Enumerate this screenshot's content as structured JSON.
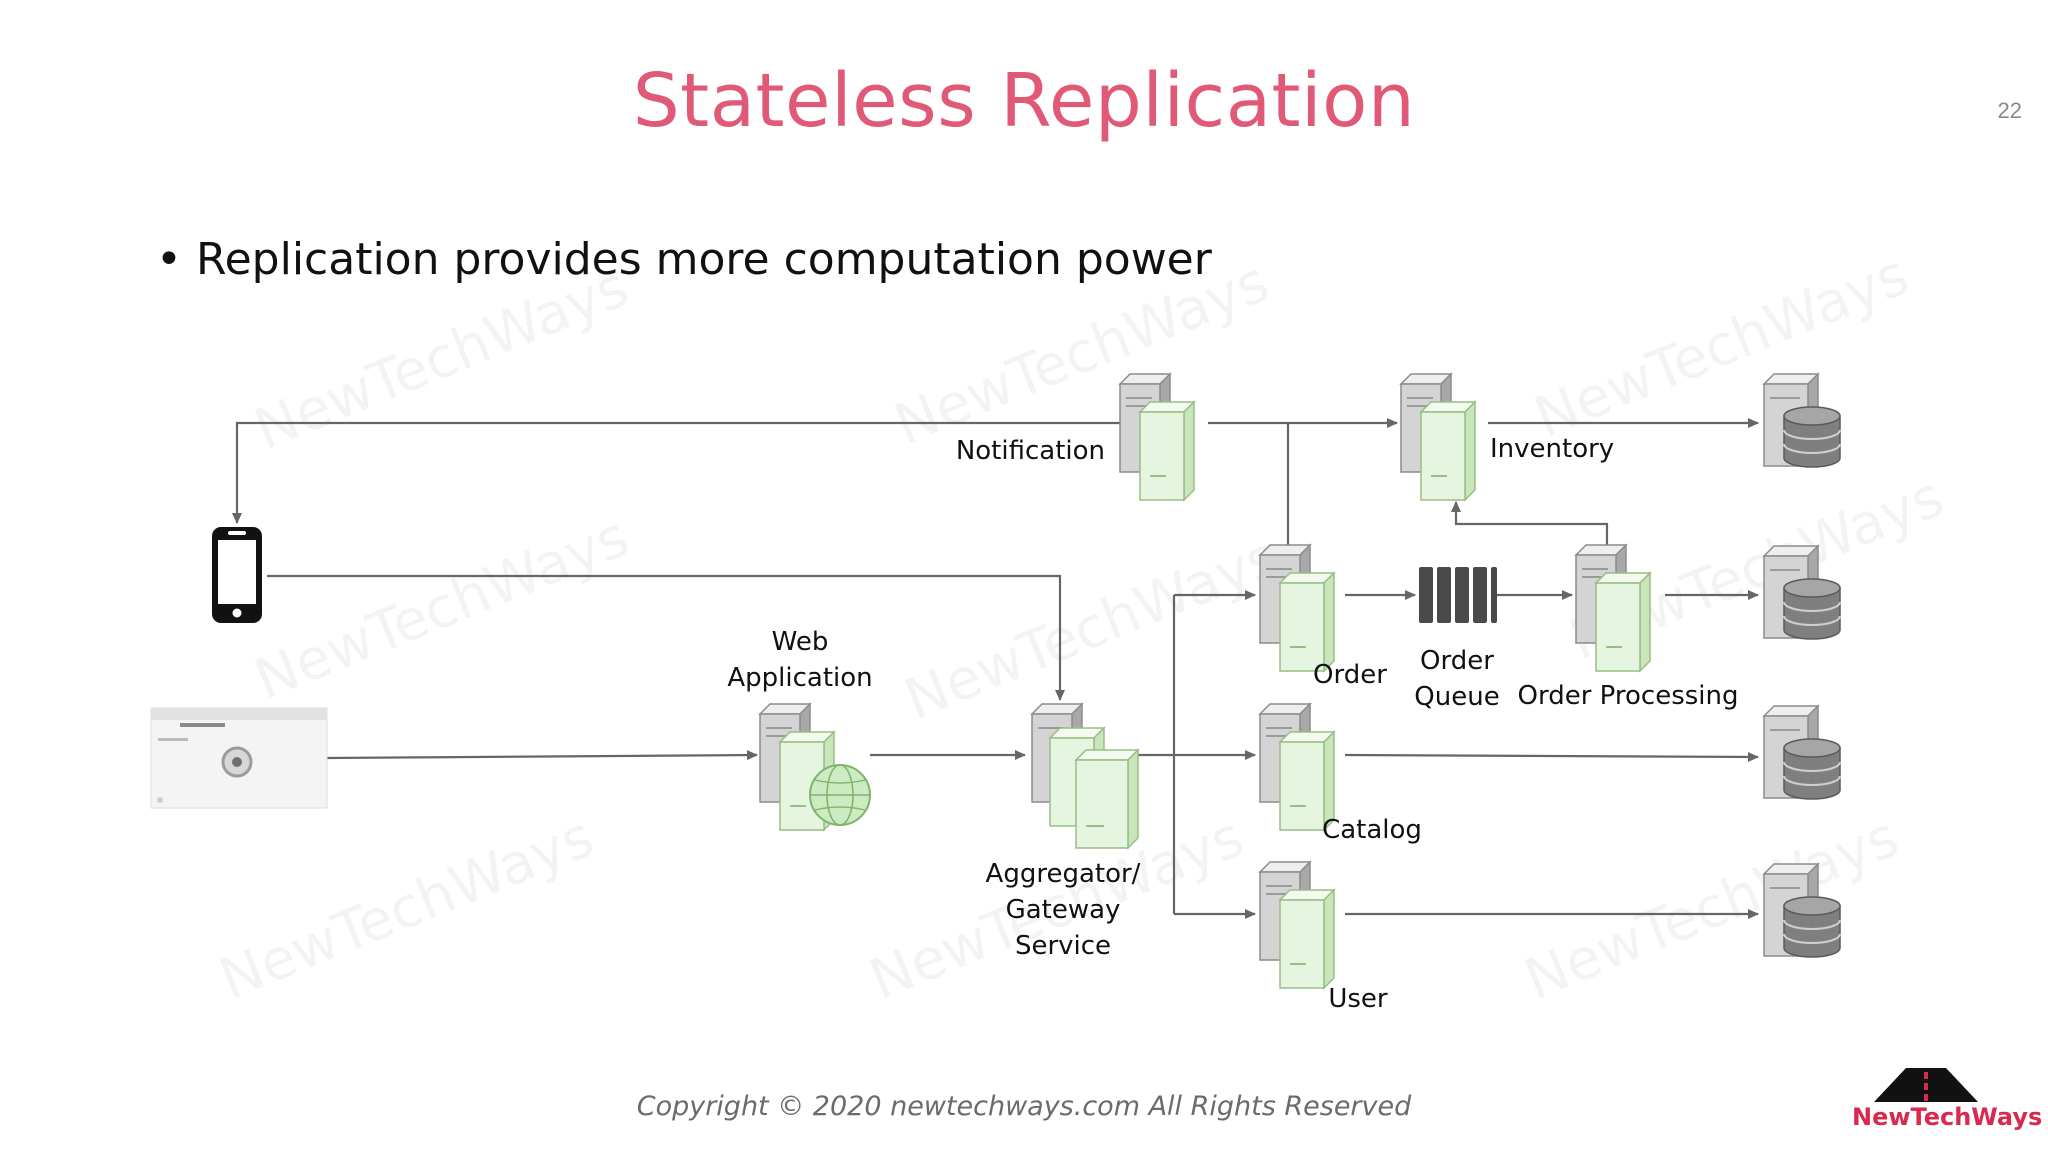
{
  "slide": {
    "title": "Stateless Replication",
    "page_number": "22",
    "bullet": "Replication provides more computation power",
    "footer": "Copyright © 2020 newtechways.com All Rights Reserved",
    "brand": "NewTechWays",
    "watermark": "NewTechWays"
  },
  "diagram": {
    "nodes": {
      "notification": "Notification",
      "inventory": "Inventory",
      "web_app_line1": "Web",
      "web_app_line2": "Application",
      "order": "Order",
      "order_queue_line1": "Order",
      "order_queue_line2": "Queue",
      "order_processing": "Order Processing",
      "catalog": "Catalog",
      "gateway_line1": "Aggregator/",
      "gateway_line2": "Gateway",
      "gateway_line3": "Service",
      "user": "User"
    }
  },
  "colors": {
    "title": "#e05a78",
    "arrow": "#666666",
    "server_green": "#e6f5df",
    "server_green_edge": "#97bd85",
    "server_gray": "#d4d4d4",
    "brand": "#d8294f"
  }
}
